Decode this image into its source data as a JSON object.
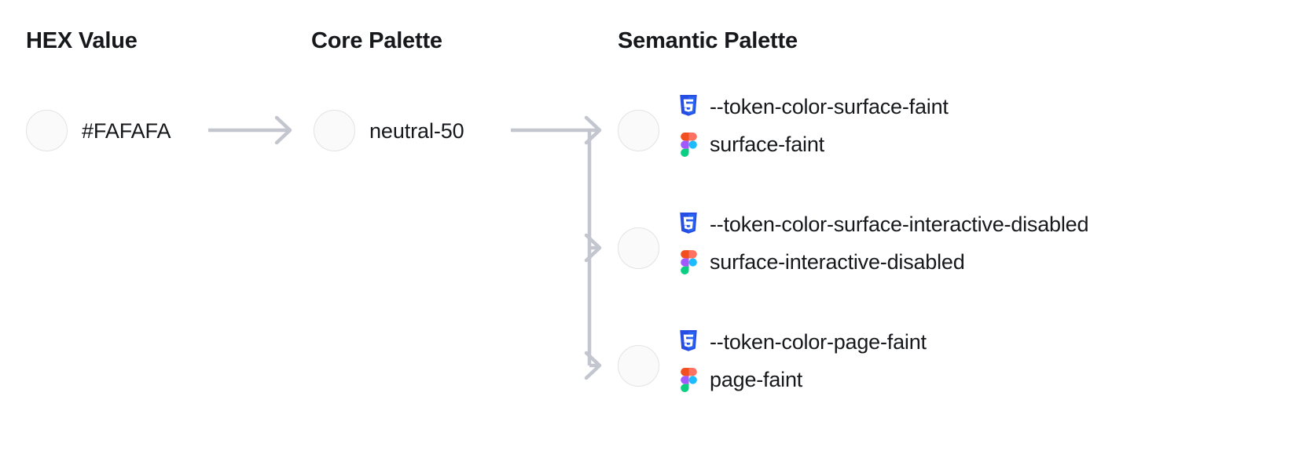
{
  "columns": {
    "hex": {
      "heading": "HEX Value"
    },
    "core": {
      "heading": "Core Palette"
    },
    "semantic": {
      "heading": "Semantic Palette"
    }
  },
  "hex": {
    "value": "#FAFAFA",
    "swatch_color": "#FAFAFA"
  },
  "core": {
    "value": "neutral-50",
    "swatch_color": "#FAFAFA"
  },
  "semantic": {
    "rows": [
      {
        "css_token": "--token-color-surface-faint",
        "figma_token": "surface-faint",
        "swatch_color": "#FAFAFA"
      },
      {
        "css_token": "--token-color-surface-interactive-disabled",
        "figma_token": "surface-interactive-disabled",
        "swatch_color": "#FAFAFA"
      },
      {
        "css_token": "--token-color-page-faint",
        "figma_token": "page-faint",
        "swatch_color": "#FAFAFA"
      }
    ]
  },
  "icons": {
    "css3": "css3-icon",
    "figma": "figma-icon",
    "arrow": "arrow-right-icon"
  },
  "colors": {
    "text": "#16181C",
    "swatch_border": "#E2E3E7",
    "connector": "#C3C6CE",
    "css3_blue": "#264DE4",
    "css3_blue_dark": "#2965F1",
    "figma_orange": "#F24E1E",
    "figma_salmon": "#FF7262",
    "figma_purple": "#A259FF",
    "figma_blue": "#1ABCFE",
    "figma_green": "#0ACF83"
  }
}
